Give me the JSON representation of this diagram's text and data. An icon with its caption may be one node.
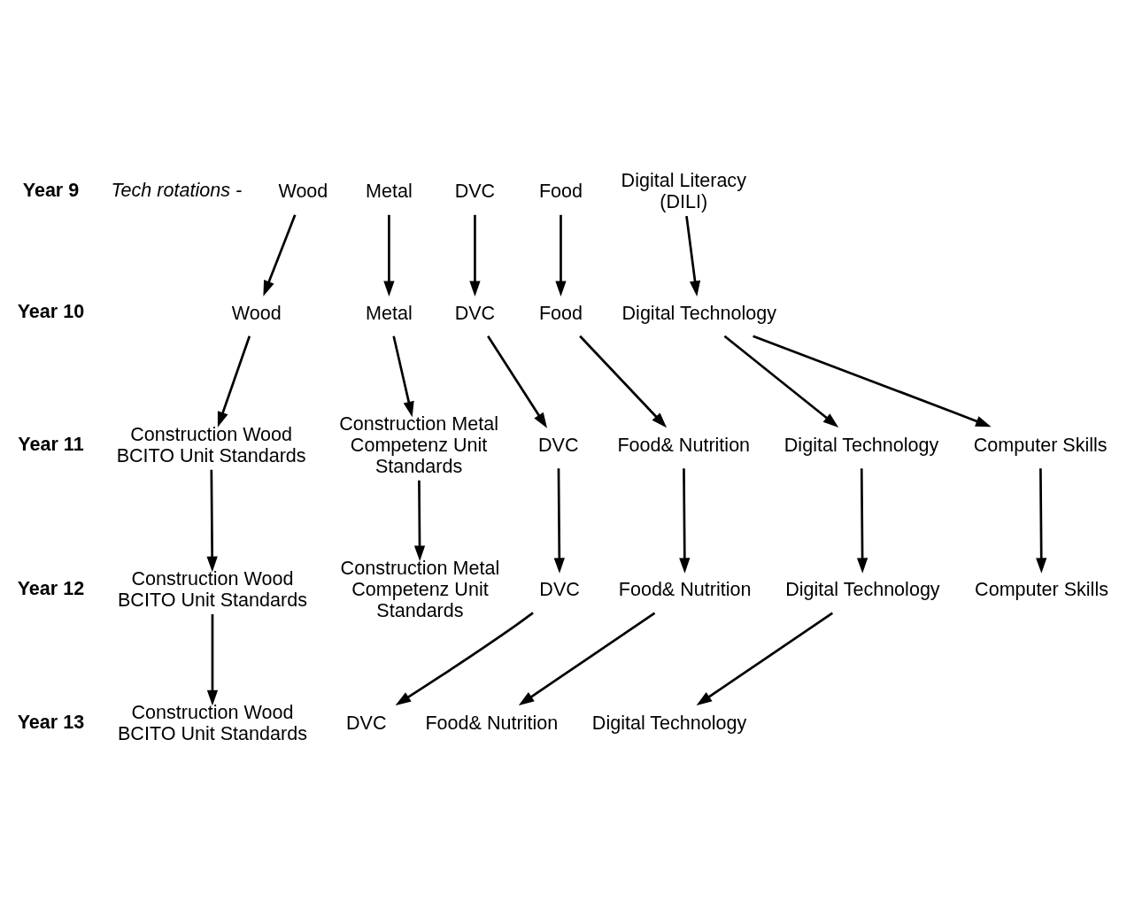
{
  "diagram": {
    "nodes": [
      {
        "text": [
          "Wood"
        ]
      },
      {
        "text": [
          "Metal"
        ]
      },
      {
        "text": [
          "DVC"
        ]
      },
      {
        "text": [
          "Food"
        ]
      },
      {
        "text": [
          "Digital Literacy (DILI)"
        ]
      },
      {
        "text": [
          "Wood"
        ]
      },
      {
        "text": [
          "Metal"
        ]
      },
      {
        "text": [
          "DVC"
        ]
      },
      {
        "text": [
          "Food"
        ]
      },
      {
        "text": [
          "Digital Technology"
        ]
      },
      {
        "text": [
          "Construction Wood BCITO Unit Standards"
        ]
      },
      {
        "text": [
          "Construction Metal Competenz Unit Standards"
        ]
      },
      {
        "text": [
          "DVC"
        ]
      },
      {
        "text": [
          "Food& Nutrition"
        ]
      },
      {
        "text": [
          "Digital Technology"
        ]
      },
      {
        "text": [
          "Computer Skills"
        ]
      },
      {
        "text": [
          "Construction Wood BCITO Unit Standards"
        ]
      },
      {
        "text": [
          "Construction Metal Competenz Unit Standards"
        ]
      },
      {
        "text": [
          "DVC"
        ]
      },
      {
        "text": [
          "Food& Nutrition"
        ]
      },
      {
        "text": [
          "Digital Technology"
        ]
      },
      {
        "text": [
          "Computer Skills"
        ]
      },
      {
        "text": [
          "Construction Wood BCITO Unit Standards"
        ]
      },
      {
        "text": [
          "DVC"
        ]
      },
      {
        "text": [
          "Food& Nutrition"
        ]
      },
      {
        "text": [
          "Digital Technology"
        ]
      }
    ],
    "edges": [
      {
        "from": 0,
        "to": 5,
        "arrow": "to"
      },
      {
        "from": 1,
        "to": 6,
        "arrow": "to"
      },
      {
        "from": 2,
        "to": 7,
        "arrow": "to"
      },
      {
        "from": 3,
        "to": 8,
        "arrow": "to"
      },
      {
        "from": 4,
        "to": 9,
        "arrow": "to"
      },
      {
        "from": 5,
        "to": 10,
        "arrow": "to"
      },
      {
        "from": 6,
        "to": 11,
        "arrow": "to"
      },
      {
        "from": 7,
        "to": 12,
        "arrow": "to"
      },
      {
        "from": 8,
        "to": 13,
        "arrow": "to"
      },
      {
        "from": 9,
        "to": 14,
        "arrow": "to"
      },
      {
        "from": 9,
        "to": 15,
        "arrow": "to"
      },
      {
        "from": 10,
        "to": 16,
        "arrow": "to"
      },
      {
        "from": 11,
        "to": 17,
        "arrow": "to"
      },
      {
        "from": 12,
        "to": 18,
        "arrow": "to"
      },
      {
        "from": 13,
        "to": 19,
        "arrow": "to"
      },
      {
        "from": 14,
        "to": 20,
        "arrow": "to"
      },
      {
        "from": 15,
        "to": 21,
        "arrow": "to"
      },
      {
        "from": 16,
        "to": 22,
        "arrow": "to"
      },
      {
        "from": 18,
        "to": 23,
        "arrow": "to"
      },
      {
        "from": 19,
        "to": 24,
        "arrow": "to"
      },
      {
        "from": 20,
        "to": 25,
        "arrow": "to"
      }
    ],
    "labels": [
      "Year 9",
      "Tech rotations -",
      "Year 10",
      "Year 11",
      "Year 12",
      "Year 13"
    ]
  }
}
